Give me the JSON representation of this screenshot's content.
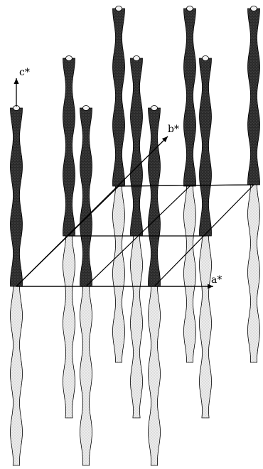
{
  "diagram": {
    "type": "reciprocal-lattice-rods",
    "axes": {
      "a_star": "a*",
      "b_star": "b*",
      "c_star": "c*"
    },
    "colors": {
      "upper_rod_fill": "#2b2b2b",
      "lower_rod_fill": "#e8e8e8",
      "lines": "#000000",
      "background": "#ffffff"
    }
  }
}
